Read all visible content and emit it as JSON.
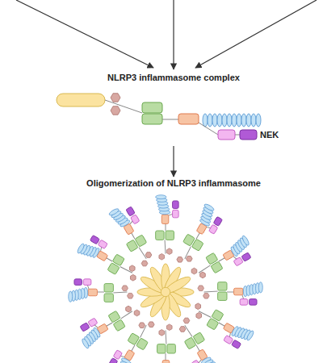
{
  "diagram": {
    "nodes": [
      {
        "text": [
          "NLRP3 inflammasome complex"
        ]
      },
      {
        "text": [
          "Oligomerization of NLRP3 inflammasome"
        ]
      }
    ],
    "edges": [
      {
        "from": 0,
        "to": 1,
        "arrow": "to"
      }
    ],
    "labels": [
      "NEK"
    ]
  }
}
